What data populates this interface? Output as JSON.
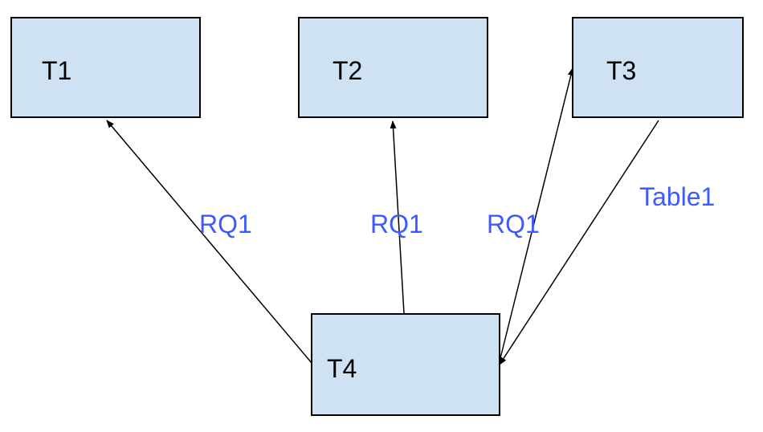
{
  "nodes": {
    "t1": {
      "label": "T1"
    },
    "t2": {
      "label": "T2"
    },
    "t3": {
      "label": "T3"
    },
    "t4": {
      "label": "T4"
    }
  },
  "edges": {
    "t4_t1": {
      "from": "T4",
      "to": "T1",
      "label": "RQ1"
    },
    "t4_t2": {
      "from": "T4",
      "to": "T2",
      "label": "RQ1"
    },
    "t4_t3": {
      "from": "T4",
      "to": "T3",
      "label": "RQ1"
    },
    "t3_t4": {
      "from": "T3",
      "to": "T4",
      "label": "Table1"
    }
  },
  "colors": {
    "node_fill": "#cfe2f3",
    "node_border": "#000000",
    "edge_line": "#000000",
    "edge_label": "#3d5afe"
  }
}
